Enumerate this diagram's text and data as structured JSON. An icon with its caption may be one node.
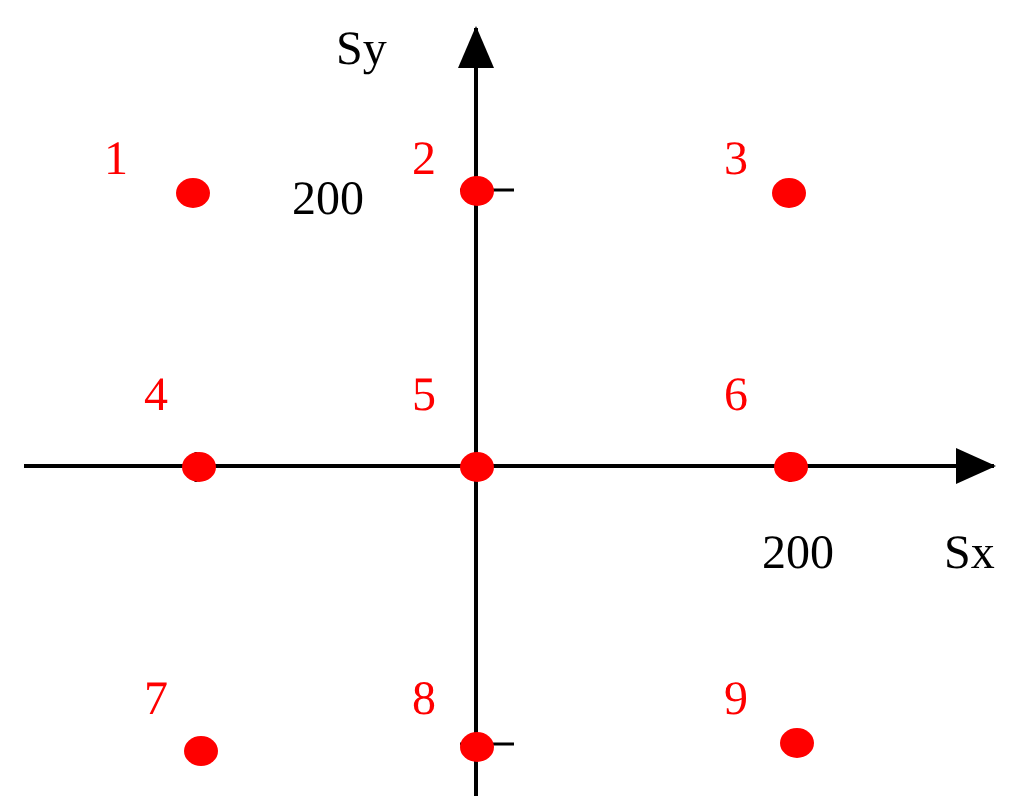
{
  "diagram": {
    "nodes": [
      {
        "text": [],
        "shape": "circle",
        "beside": [
          "1"
        ]
      },
      {
        "text": [],
        "shape": "circle",
        "beside": [
          "2"
        ]
      },
      {
        "text": [],
        "shape": "circle",
        "beside": [
          "3"
        ]
      },
      {
        "text": [],
        "shape": "circle",
        "beside": [
          "4"
        ]
      },
      {
        "text": [],
        "shape": "circle",
        "beside": [
          "5"
        ]
      },
      {
        "text": [],
        "shape": "circle",
        "beside": [
          "6"
        ]
      },
      {
        "text": [],
        "shape": "circle",
        "beside": [
          "7"
        ]
      },
      {
        "text": [],
        "shape": "circle",
        "beside": [
          "8"
        ]
      },
      {
        "text": [],
        "shape": "circle",
        "beside": [
          "9"
        ]
      }
    ],
    "labels": [
      "Sy",
      "200",
      "200",
      "Sx"
    ]
  }
}
